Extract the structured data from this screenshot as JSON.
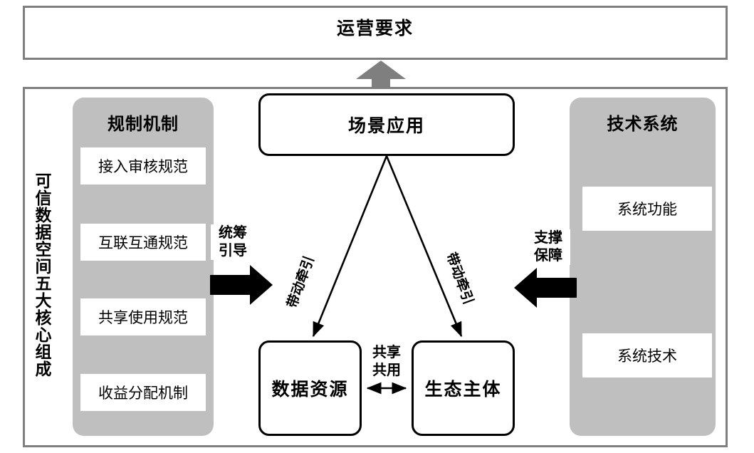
{
  "diagram": {
    "title_top": "运营要求",
    "vertical_caption": "可信数据空间五大核心组成",
    "center": {
      "scene_box": "场景应用",
      "data_box": "数据资源",
      "ecology_box": "生态主体",
      "share_label_line1": "共享",
      "share_label_line2": "共用",
      "diagonal_label_left": "带动牵引",
      "diagonal_label_right": "带动牵引"
    },
    "panel_left": {
      "title": "规制机制",
      "items": [
        "接入审核规范",
        "互联互通规范",
        "共享使用规范",
        "收益分配机制"
      ]
    },
    "panel_right": {
      "title": "技术系统",
      "items": [
        "系统功能",
        "系统技术"
      ]
    },
    "arrows": {
      "left_label_line1": "统筹",
      "left_label_line2": "引导",
      "right_label_line1": "支撑",
      "right_label_line2": "保障"
    },
    "colors": {
      "frame_border": "#7f7f7f",
      "panel_fill": "#bfbfbf",
      "box_border": "#000000",
      "arrow_black": "#000000",
      "arrow_gray": "#7f7f7f",
      "background": "#ffffff"
    }
  }
}
